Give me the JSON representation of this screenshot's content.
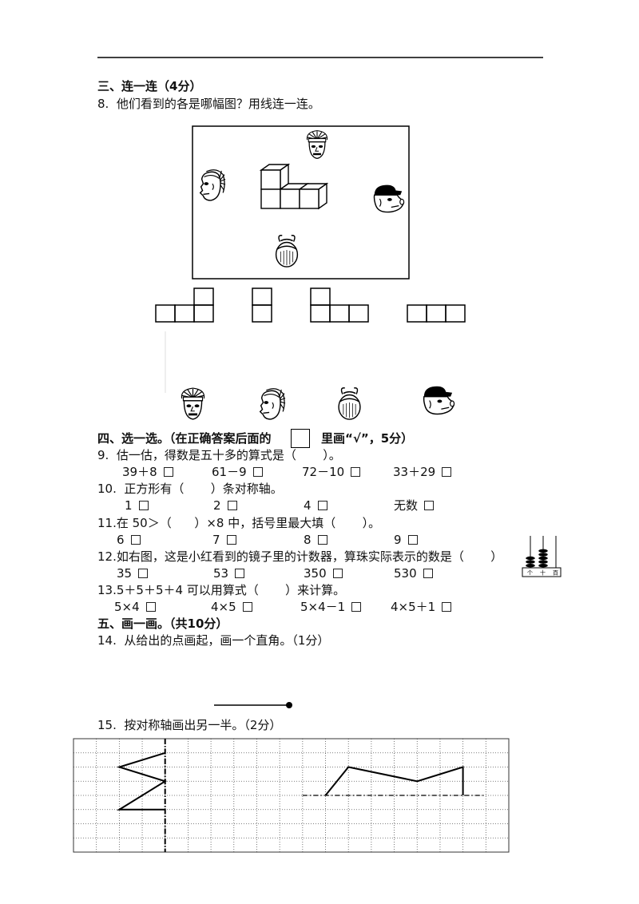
{
  "section3": {
    "title": "三、连一连（4分）",
    "q8": "8.  他们看到的各是哪幅图？用线连一连。"
  },
  "section4": {
    "title_prefix": "四、选一选。（在正确答案后面的",
    "title_suffix": "里画“√”，5分）",
    "questions": [
      {
        "stem": "9.  估一估，得数是五十多的算式是（       ）。",
        "options": [
          "39＋8",
          "61－9",
          "72－10",
          "33＋29"
        ]
      },
      {
        "stem": "10.  正方形有（       ）条对称轴。",
        "options": [
          "1",
          "2",
          "4",
          "无数"
        ]
      },
      {
        "stem": "11.在 50＞（      ）×8 中，括号里最大填（       ）。",
        "options": [
          "6",
          "7",
          "8",
          "9"
        ]
      },
      {
        "stem": "12.如右图，这是小红看到的镜子里的计数器，算珠实际表示的数是（       ）",
        "options": [
          "35",
          "53",
          "350",
          "530"
        ]
      },
      {
        "stem": "13.5＋5＋5＋4 可以用算式（       ）来计算。",
        "options": [
          "5×4",
          "4×5",
          "5×4－1",
          "4×5＋1"
        ]
      }
    ]
  },
  "abacus": {
    "labels": [
      "个",
      "十",
      "百"
    ],
    "beads": [
      3,
      5,
      0
    ]
  },
  "section5": {
    "title": "五、画一画。（共10分）",
    "q14": "14.  从给出的点画起，画一个直角。（1分）",
    "q15": "15.  按对称轴画出另一半。（2分）"
  }
}
